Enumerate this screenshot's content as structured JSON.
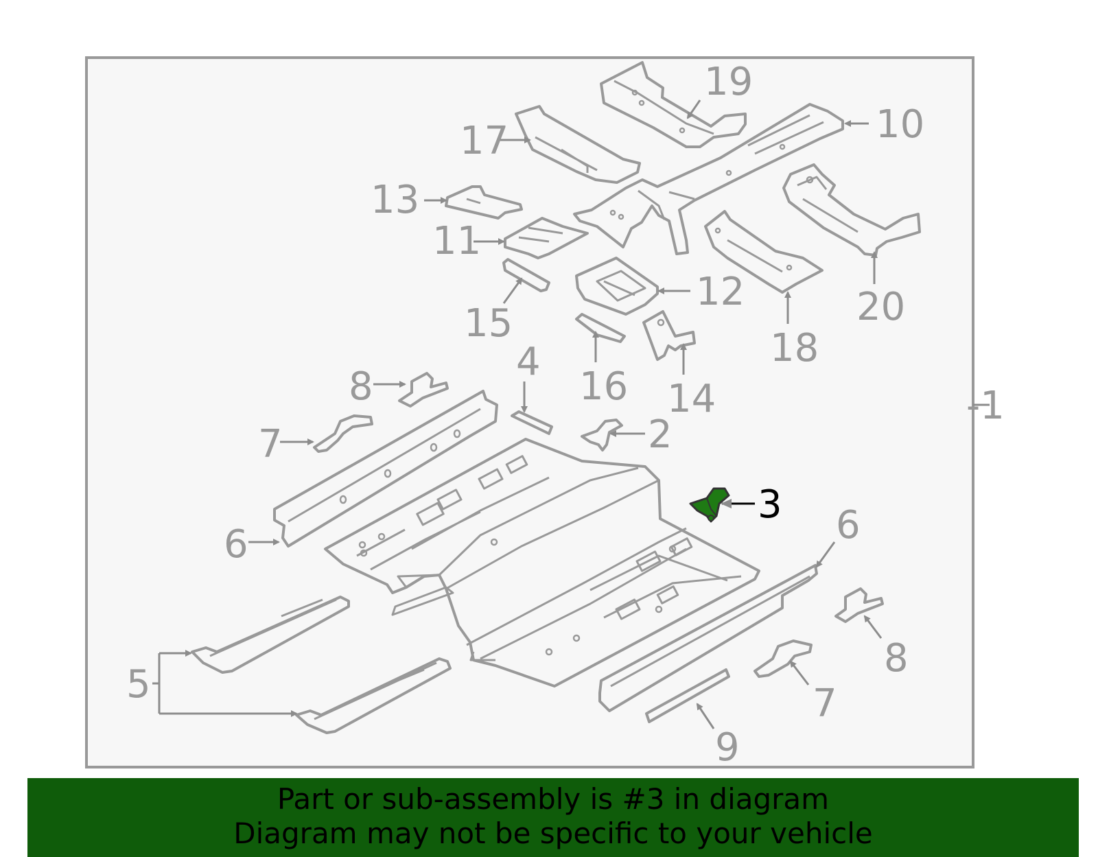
{
  "diagram": {
    "callouts": {
      "c1": "-1",
      "c2": "2",
      "c3": "3",
      "c4": "4",
      "c5": "5",
      "c6a": "6",
      "c6b": "6",
      "c7a": "7",
      "c7b": "7",
      "c8a": "8",
      "c8b": "8",
      "c9": "9",
      "c10": "10",
      "c11": "11",
      "c12": "12",
      "c13": "13",
      "c14": "14",
      "c15": "15",
      "c16": "16",
      "c17": "17",
      "c18": "18",
      "c19": "19",
      "c20": "20"
    },
    "highlighted_part": "3",
    "colors": {
      "panel_background": "#f7f7f7",
      "panel_border": "#999999",
      "line_art": "#999999",
      "highlight_fill": "#1f7a14",
      "banner_background": "#0f5c0a",
      "banner_text": "#000000"
    }
  },
  "banner": {
    "line1": "Part or sub-assembly is #3 in diagram",
    "line2": "Diagram may not be specific to your vehicle"
  }
}
